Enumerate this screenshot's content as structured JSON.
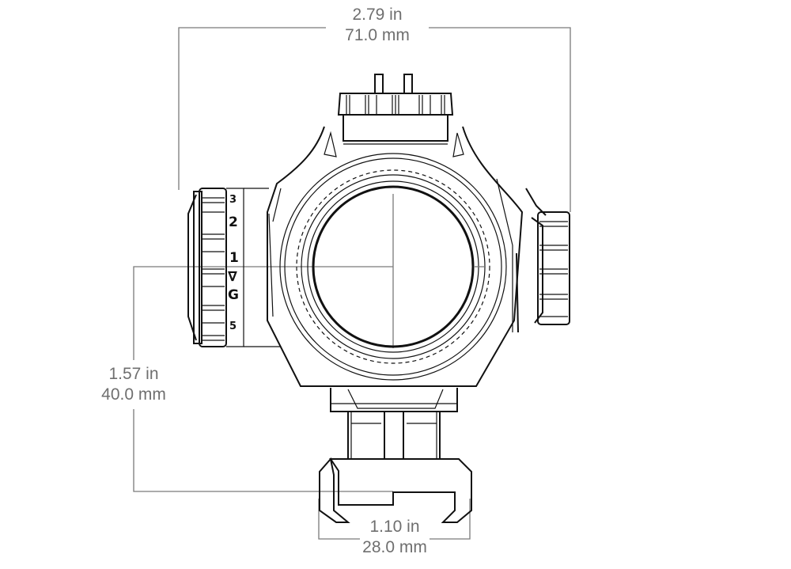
{
  "diagram": {
    "subject": "red dot sight front view dimension drawing",
    "line_color": "#111111",
    "dimension_color": "#6f6f6f",
    "background": "#ffffff"
  },
  "dimensions": {
    "width": {
      "imperial": "2.79 in",
      "metric": "71.0 mm"
    },
    "height": {
      "imperial": "1.57 in",
      "metric": "40.0 mm"
    },
    "mount": {
      "imperial": "1.10 in",
      "metric": "28.0 mm"
    }
  },
  "dial": {
    "markings": [
      "3",
      "2",
      "1",
      "∇",
      "G",
      "5"
    ]
  },
  "components": {
    "top_turret": "elevation-turret",
    "left_dial": "brightness-dial",
    "right_knob": "windage-turret",
    "center": "objective-lens",
    "bottom": "picatinny-mount"
  }
}
